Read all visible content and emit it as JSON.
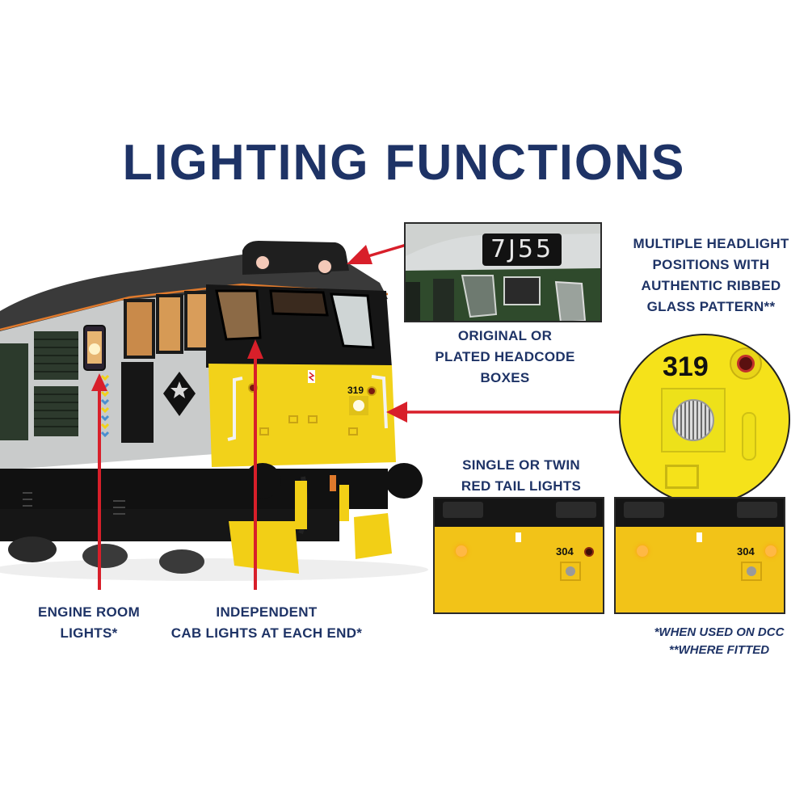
{
  "title": "LIGHTING FUNCTIONS",
  "captions": {
    "headlight": "MULTIPLE HEADLIGHT\nPOSITIONS WITH\nAUTHENTIC RIBBED\nGLASS PATTERN**",
    "headcode": "ORIGINAL OR\nPLATED HEADCODE\nBOXES",
    "tail_lights": "SINGLE OR TWIN\nRED TAIL LIGHTS",
    "engine_room": "ENGINE ROOM\nLIGHTS*",
    "cab_lights": "INDEPENDENT\nCAB LIGHTS AT EACH END*"
  },
  "footnotes": {
    "dcc": "*WHEN USED ON DCC",
    "fitted": "**WHERE FITTED"
  },
  "insets": {
    "headcode_text": "7J55",
    "circle_number": "319",
    "tail_a_number": "304",
    "tail_b_number": "304"
  },
  "loco": {
    "cab_number": "319"
  },
  "colors": {
    "navy": "#1e3366",
    "arrow_red": "#d81f2a",
    "loco_yellow": "#f2d21a",
    "loco_grey": "#c9cbcb",
    "loco_black": "#1c1c1c",
    "headcode_green": "#2f4a2c",
    "stripe_orange": "#e07a2c"
  },
  "icons": {
    "sector_logo": "construction-sector-diamond-icon",
    "arrow": "red-pointer-arrow"
  }
}
